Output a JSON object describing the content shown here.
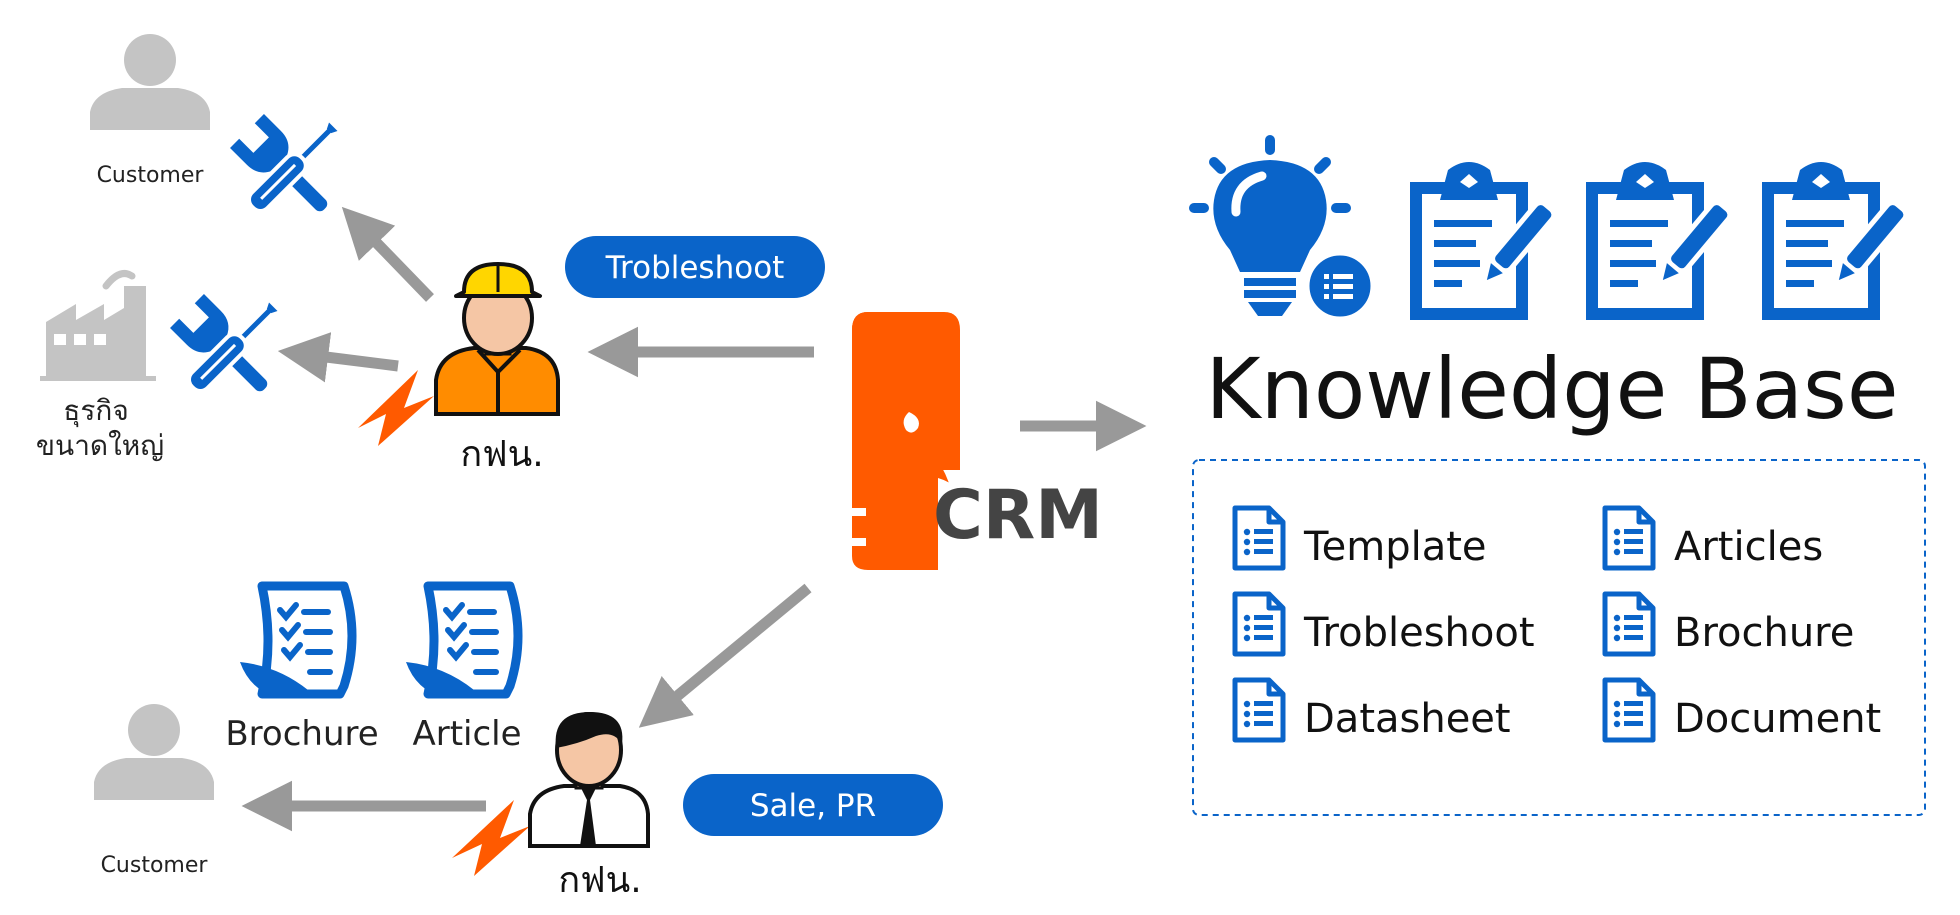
{
  "left": {
    "customer_top_label": "Customer",
    "business_label_line1": "ธุรกิจ",
    "business_label_line2": "ขนาดใหญ่",
    "troubleshoot_pill": "Trobleshoot",
    "technician_label": "กฟน.",
    "brochure_label": "Brochure",
    "article_label": "Article",
    "customer_bottom_label": "Customer",
    "sale_pill": "Sale, PR",
    "salesperson_label": "กฟน."
  },
  "center": {
    "crm_label": "CRM"
  },
  "knowledge_base": {
    "title": "Knowledge Base",
    "items": [
      "Template",
      "Articles",
      "Trobleshoot",
      "Brochure",
      "Datasheet",
      "Document"
    ]
  },
  "colors": {
    "blue": "#0a64c9",
    "orange": "#ff5a00",
    "gray": "#999999",
    "light_gray": "#c4c4c4",
    "dark_text": "#222222"
  },
  "icons": [
    "person-icon",
    "wrench-screwdriver-icon",
    "factory-icon",
    "technician-icon",
    "lightning-icon",
    "crm-server-icon",
    "salesperson-icon",
    "brochure-document-icon",
    "lightbulb-icon",
    "clipboard-pen-icon",
    "document-list-icon",
    "arrow-icon"
  ]
}
